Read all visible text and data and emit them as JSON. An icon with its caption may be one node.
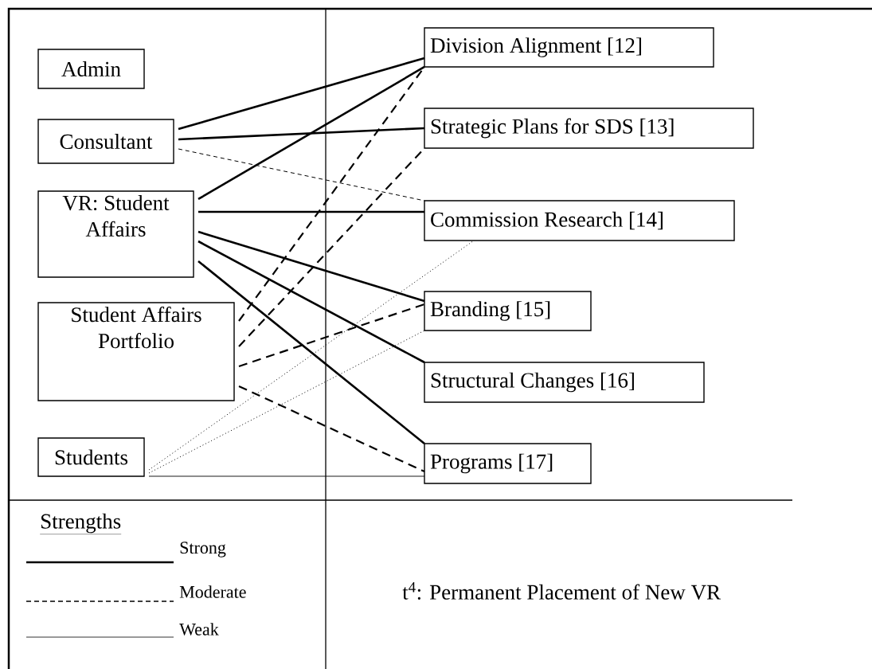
{
  "diagram": {
    "nodes": [
      {
        "text": [
          "Admin"
        ]
      },
      {
        "text": [
          "Consultant"
        ]
      },
      {
        "text": [
          "VR: Student Affairs"
        ]
      },
      {
        "text": [
          "Student Affairs Portfolio"
        ]
      },
      {
        "text": [
          "Students"
        ]
      },
      {
        "text": [
          "Division Alignment [12]"
        ]
      },
      {
        "text": [
          "Strategic Plans for SDS [13]"
        ]
      },
      {
        "text": [
          "Commission Research [14]"
        ]
      },
      {
        "text": [
          "Branding [15]"
        ]
      },
      {
        "text": [
          "Structural Changes [16]"
        ]
      },
      {
        "text": [
          "Programs [17]"
        ]
      }
    ],
    "edges": [
      {
        "from": 1,
        "to": 5,
        "arrow": "none"
      },
      {
        "from": 1,
        "to": 6,
        "arrow": "none"
      },
      {
        "from": 1,
        "to": 7,
        "arrow": "none",
        "style": "dashed"
      },
      {
        "from": 2,
        "to": 5,
        "arrow": "none"
      },
      {
        "from": 2,
        "to": 7,
        "arrow": "none"
      },
      {
        "from": 2,
        "to": 8,
        "arrow": "none"
      },
      {
        "from": 2,
        "to": 9,
        "arrow": "none"
      },
      {
        "from": 2,
        "to": 10,
        "arrow": "none"
      },
      {
        "from": 3,
        "to": 5,
        "arrow": "none",
        "style": "dashed"
      },
      {
        "from": 3,
        "to": 6,
        "arrow": "none",
        "style": "dashed"
      },
      {
        "from": 3,
        "to": 8,
        "arrow": "none",
        "style": "dashed"
      },
      {
        "from": 3,
        "to": 10,
        "arrow": "none",
        "style": "dashed"
      },
      {
        "from": 4,
        "to": 7,
        "arrow": "none",
        "style": "dashed"
      },
      {
        "from": 4,
        "to": 8,
        "arrow": "none",
        "style": "dashed"
      },
      {
        "from": 4,
        "to": 10,
        "arrow": "none"
      }
    ],
    "labels": [
      "Strengths",
      "t$^{4}$: Permanent Placement of New VR"
    ],
    "legend": [
      {
        "text": "Strong"
      },
      {
        "text": "Moderate"
      },
      {
        "text": "Weak"
      }
    ]
  }
}
